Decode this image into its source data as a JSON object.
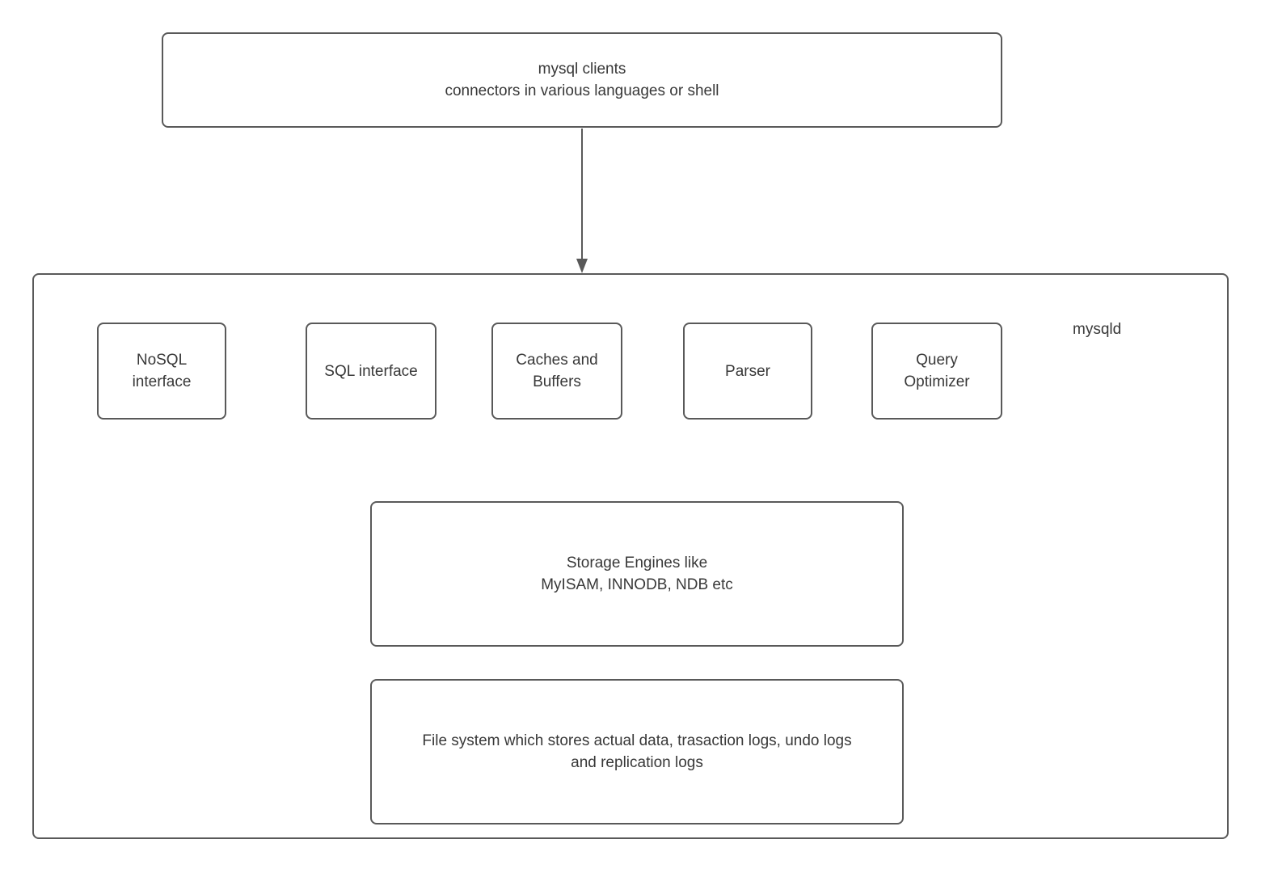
{
  "diagram": {
    "clients_box": {
      "text": "mysql clients\nconnectors in various languages or shell"
    },
    "connector": {
      "direction": "down",
      "from": "clients_box",
      "to": "mysqld"
    },
    "mysqld": {
      "label": "mysqld",
      "components": [
        {
          "id": "nosql-interface",
          "label": "NoSQL\ninterface"
        },
        {
          "id": "sql-interface",
          "label": "SQL interface"
        },
        {
          "id": "caches-buffers",
          "label": "Caches and\nBuffers"
        },
        {
          "id": "parser",
          "label": "Parser"
        },
        {
          "id": "query-optimizer",
          "label": "Query\nOptimizer"
        }
      ],
      "storage_box": {
        "text": "Storage Engines like\nMyISAM, INNODB, NDB etc"
      },
      "filesystem_box": {
        "text": "File system which stores actual data, trasaction logs, undo logs\nand replication logs"
      }
    },
    "colors": {
      "border": "#595959",
      "text": "#383838",
      "background": "#ffffff"
    }
  }
}
